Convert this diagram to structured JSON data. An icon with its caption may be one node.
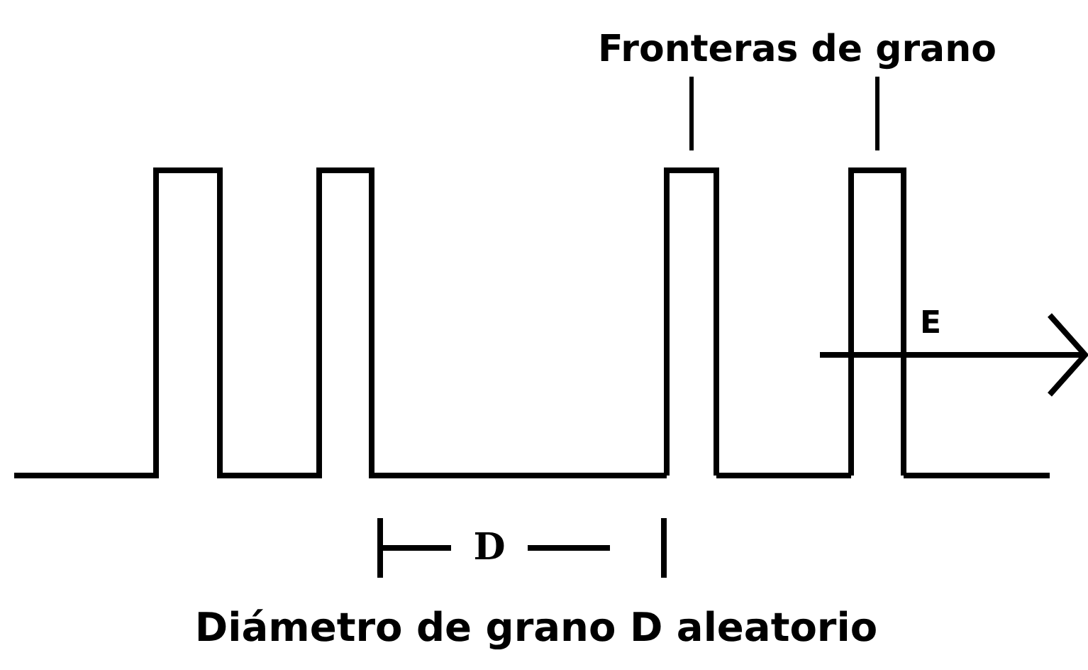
{
  "diagram": {
    "caption": "Diámetro de grano D aleatorio",
    "nodes": [
      {
        "text": [
          "Fronteras de grano"
        ]
      },
      {
        "text": [],
        "shape": "bar"
      },
      {
        "text": [],
        "shape": "bar"
      }
    ],
    "edges": [
      {
        "from": 0,
        "to": 1,
        "arrow": "none"
      },
      {
        "from": 0,
        "to": 2,
        "arrow": "none"
      }
    ],
    "labels": [
      "E",
      "D"
    ]
  }
}
